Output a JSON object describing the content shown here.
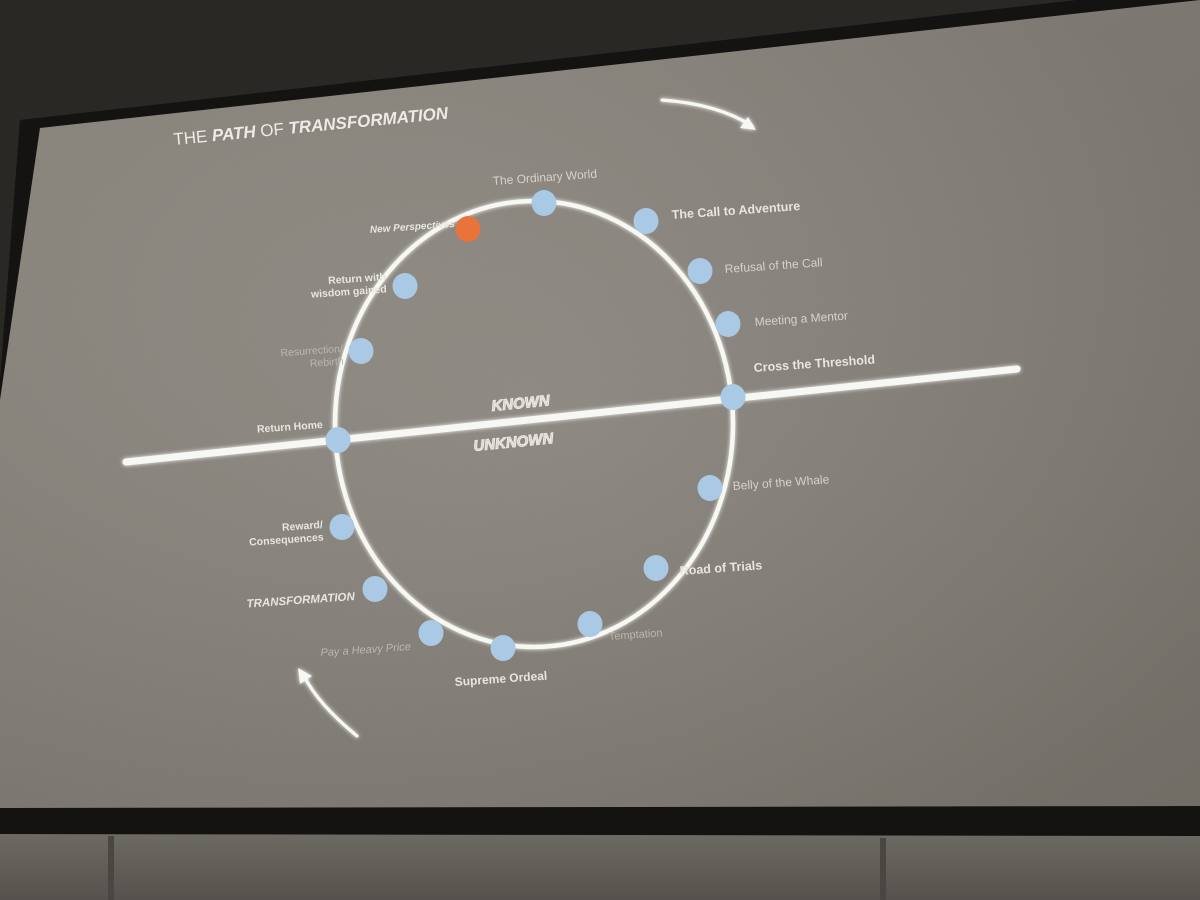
{
  "title": {
    "part1": "THE ",
    "part2": "PATH",
    "part3": " OF ",
    "part4": "TRANSFORMATION"
  },
  "divider": {
    "above": "KNOWN",
    "below": "UNKNOWN"
  },
  "stages": [
    {
      "id": "ordinary-world",
      "label": "The Ordinary World"
    },
    {
      "id": "call-to-adventure",
      "label": "The Call to Adventure"
    },
    {
      "id": "refusal-of-the-call",
      "label": "Refusal of the Call"
    },
    {
      "id": "meeting-a-mentor",
      "label": "Meeting a Mentor"
    },
    {
      "id": "cross-the-threshold",
      "label": "Cross the Threshold"
    },
    {
      "id": "belly-of-the-whale",
      "label": "Belly of the Whale"
    },
    {
      "id": "road-of-trials",
      "label": "Road of Trials"
    },
    {
      "id": "temptation",
      "label": "Temptation"
    },
    {
      "id": "supreme-ordeal",
      "label": "Supreme Ordeal"
    },
    {
      "id": "pay-a-heavy-price",
      "label": "Pay a Heavy Price"
    },
    {
      "id": "transformation",
      "label": "TRANSFORMATION"
    },
    {
      "id": "reward-consequences",
      "label": "Reward/\nConsequences"
    },
    {
      "id": "return-home",
      "label": "Return Home"
    },
    {
      "id": "resurrection-rebirth",
      "label": "Resurrection/\nRebirth"
    },
    {
      "id": "return-with-wisdom",
      "label": "Return with\nwisdom gained"
    },
    {
      "id": "new-perspectives",
      "label": "New Perspectives",
      "highlight": true
    }
  ],
  "colors": {
    "screen": "#8a857c",
    "node": "#a9c9e4",
    "highlight_node": "#e8743a",
    "line": "#f7f7f4"
  },
  "icons": {
    "arrow_top": "curved-arrow-clockwise-icon",
    "arrow_bottom": "curved-arrow-up-icon"
  }
}
